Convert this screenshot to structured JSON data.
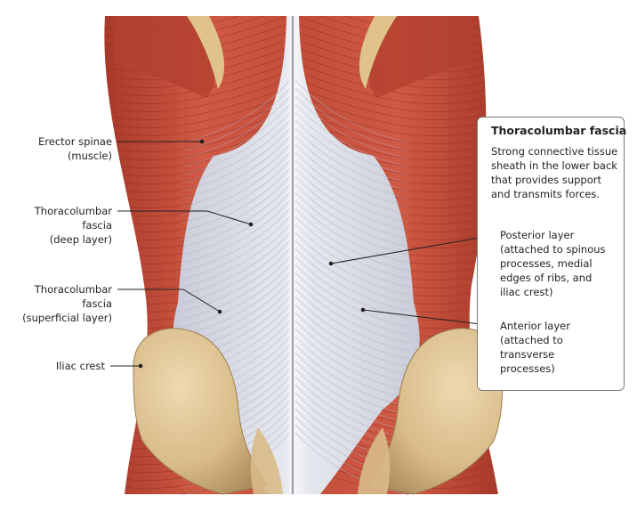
{
  "info_box": {
    "title": "Thoracolumbar fascia",
    "description": "Strong connective tissue sheath in the lower back that provides support and transmits forces."
  },
  "labels": {
    "erector_spinae": "Erector spinae\n(muscle)",
    "fascia_deep": "Thoracolumbar\nfascia\n(deep layer)",
    "fascia_superficial": "Thoracolumbar\nfascia\n(superficial layer)",
    "iliac_crest": "Iliac crest",
    "posterior_layer": "Posterior layer\n(attached to spinous\nprocesses, medial\nedges of ribs, and\niliac crest)",
    "anterior_layer": "Anterior layer\n(attached to\ntransverse\nprocesses)"
  },
  "colors": {
    "muscle": "#c8513c",
    "muscle_dark": "#9e3426",
    "fascia": "#dcdfe8",
    "bone": "#dcc090",
    "leader": "#231f20"
  }
}
